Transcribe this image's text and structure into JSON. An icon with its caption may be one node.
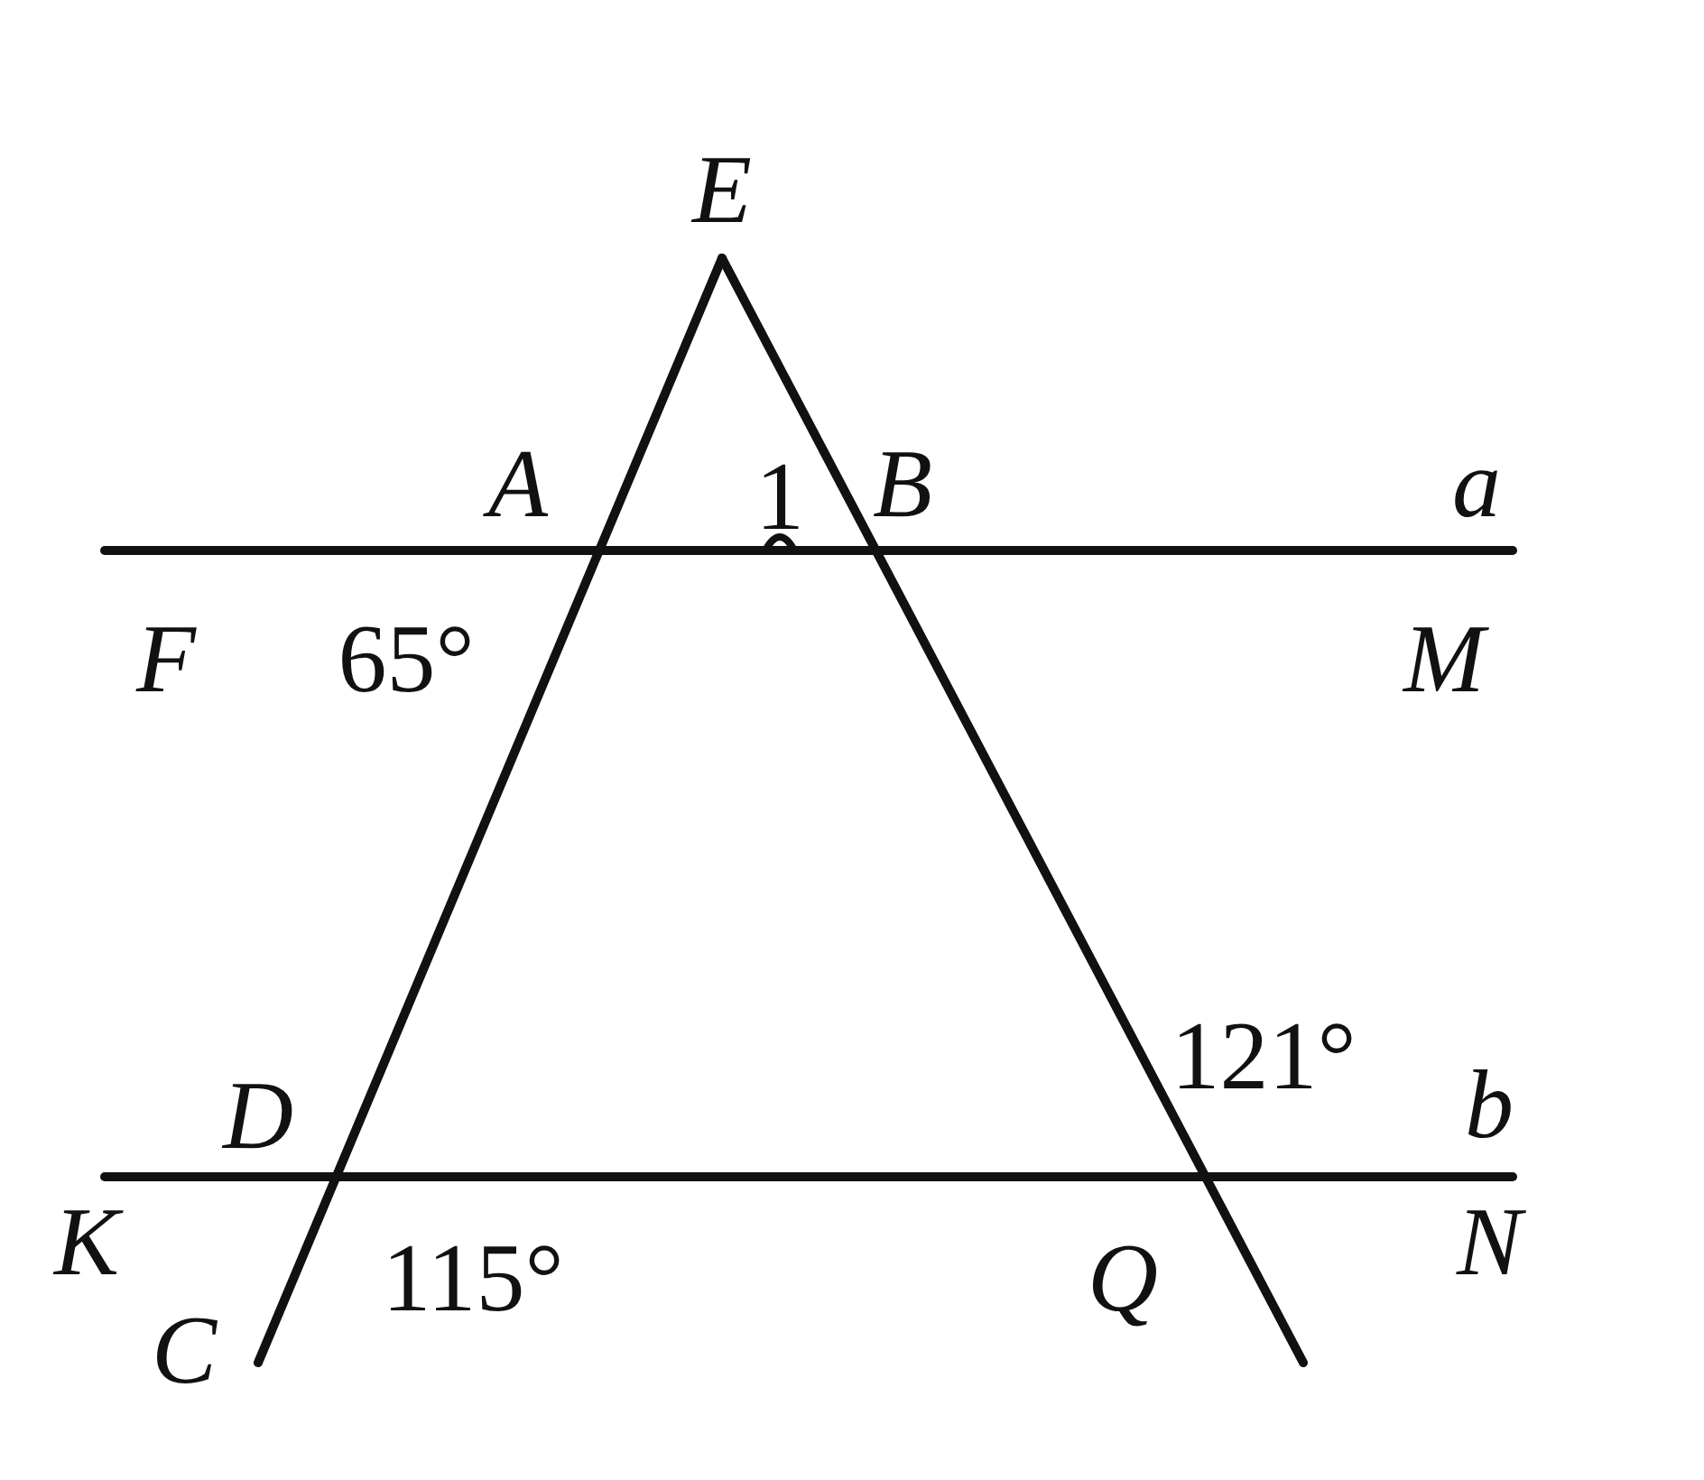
{
  "diagram": {
    "labels": [
      "E",
      "A",
      "1",
      "B",
      "a",
      "F",
      "65°",
      "M",
      "D",
      "121°",
      "b",
      "K",
      "115°",
      "Q",
      "N",
      "C"
    ]
  }
}
